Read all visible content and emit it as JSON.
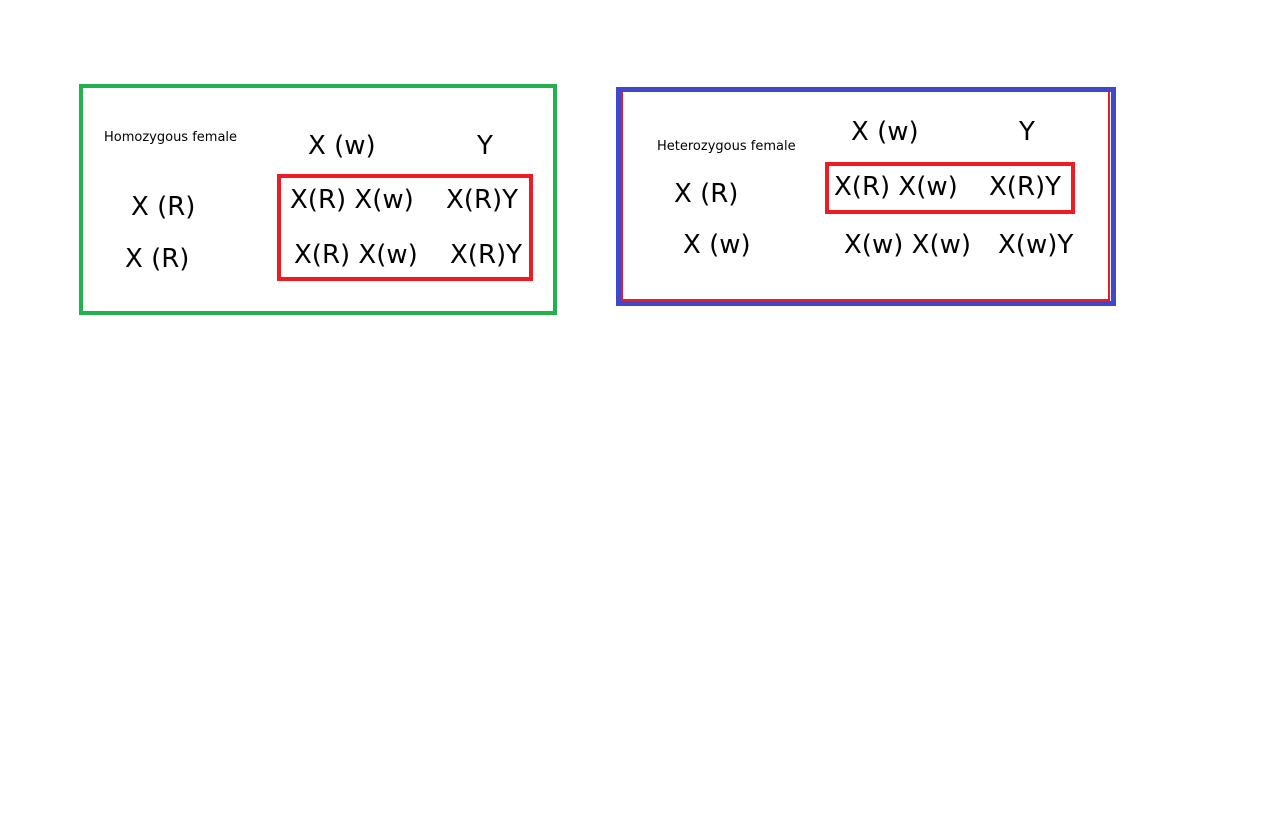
{
  "colors": {
    "green_box": "#22b14c",
    "blue_box": "#3f48cc",
    "highlight": "#ed1c24"
  },
  "homozygous": {
    "label": "Homozygous female",
    "columns": [
      "X (w)",
      "Y"
    ],
    "rows": [
      "X (R)",
      "X (R)"
    ],
    "cells": [
      [
        "X(R) X(w)",
        "X(R)Y"
      ],
      [
        "X(R) X(w)",
        "X(R)Y"
      ]
    ]
  },
  "heterozygous": {
    "label": "Heterozygous female",
    "columns": [
      "X (w)",
      "Y"
    ],
    "rows": [
      "X (R)",
      "X (w)"
    ],
    "cells": [
      [
        "X(R) X(w)",
        "X(R)Y"
      ],
      [
        "X(w) X(w)",
        "X(w)Y"
      ]
    ]
  }
}
